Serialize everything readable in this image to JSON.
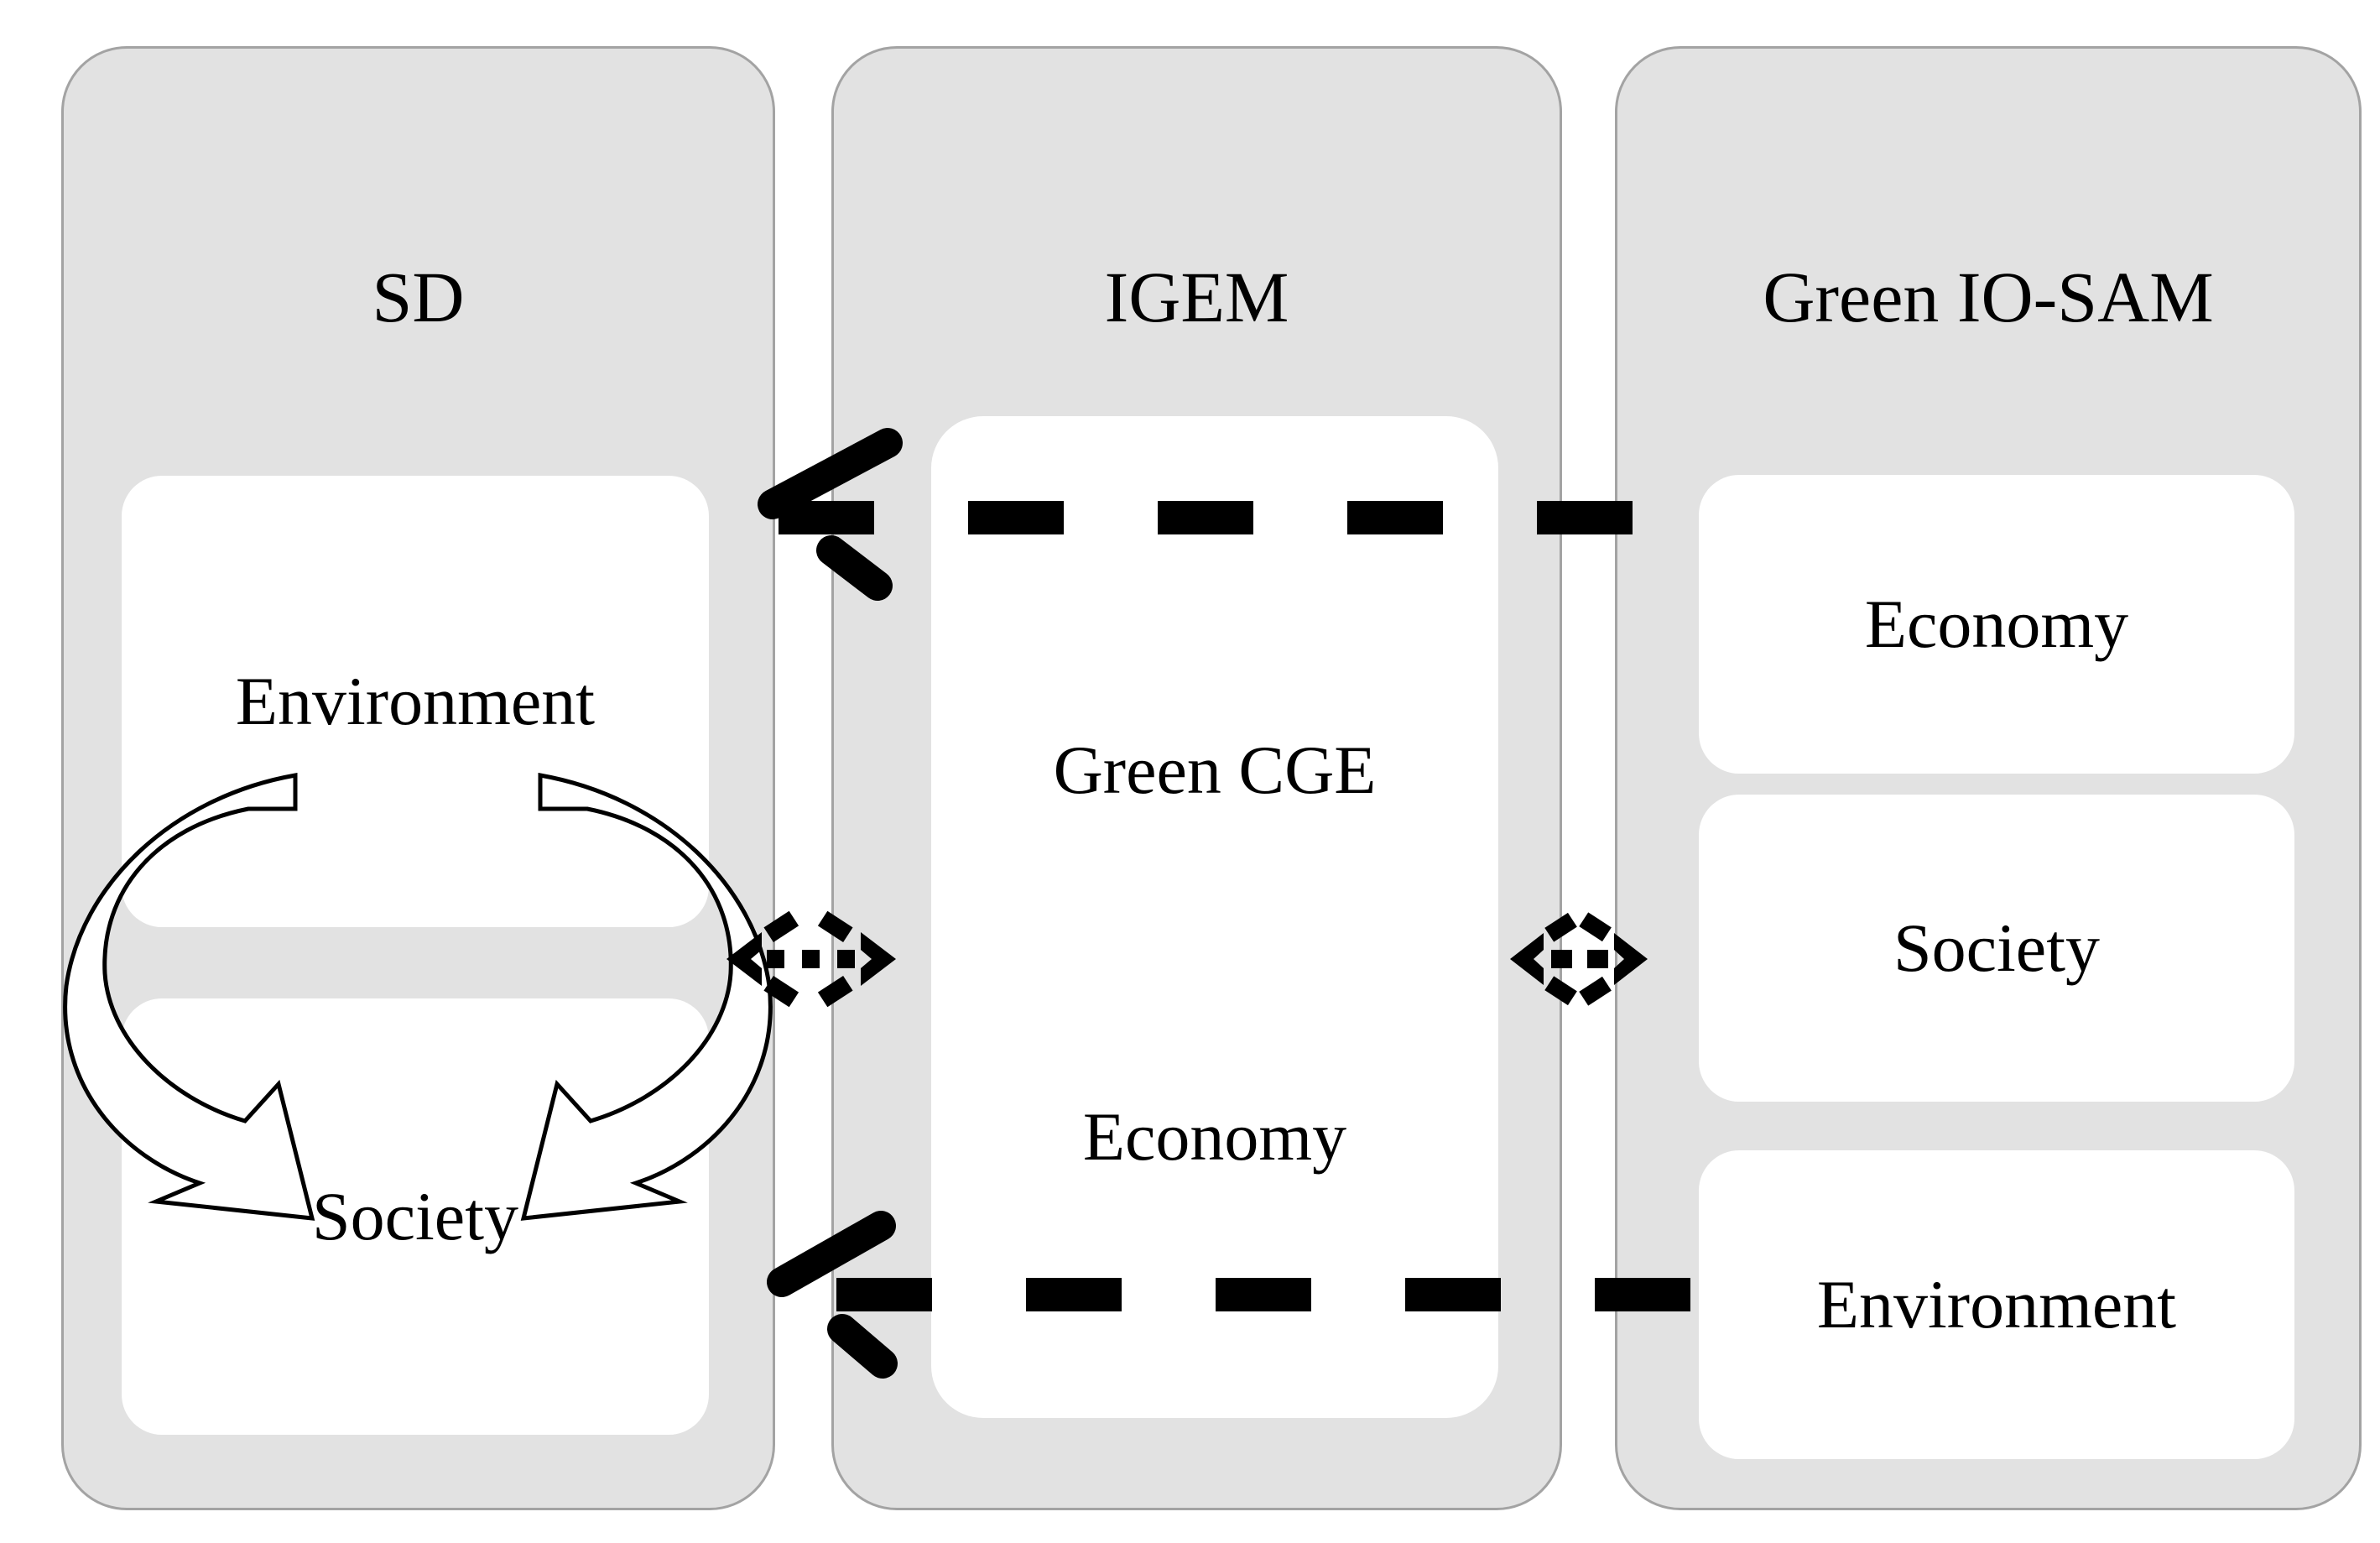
{
  "figure": {
    "type": "model-linkage-framework-diagram",
    "background": "#ffffff"
  },
  "colors": {
    "panel_fill": "#e2e2e2",
    "panel_border": "#a3a3a3",
    "node_fill": "#ffffff",
    "ink": "#000000"
  },
  "panels": [
    {
      "id": "sd",
      "title": "SD",
      "boxes": [
        {
          "label": "Environment"
        },
        {
          "label": "Society"
        }
      ]
    },
    {
      "id": "igem",
      "title": "IGEM",
      "boxes": [
        {
          "label": "Green CGE"
        },
        {
          "label": "Economy"
        }
      ]
    },
    {
      "id": "green-io-sam",
      "title": "Green IO-SAM",
      "boxes": [
        {
          "label": "Economy"
        },
        {
          "label": "Society"
        },
        {
          "label": "Environment"
        }
      ]
    }
  ],
  "connectors": {
    "sd_internal_cycle": "two curved white arrows linking Environment and Society",
    "top_feedback": "thick dashed arrow pointing left from Green IO-SAM through IGEM (Green CGE) to SD",
    "bottom_feedback": "thick dashed arrow pointing left from Green IO-SAM through IGEM (Economy) to SD",
    "exchange_sd_igem": "dotted circular two-way arrow between SD and IGEM",
    "exchange_igem_iosam": "dotted circular two-way arrow between IGEM and Green IO-SAM"
  }
}
